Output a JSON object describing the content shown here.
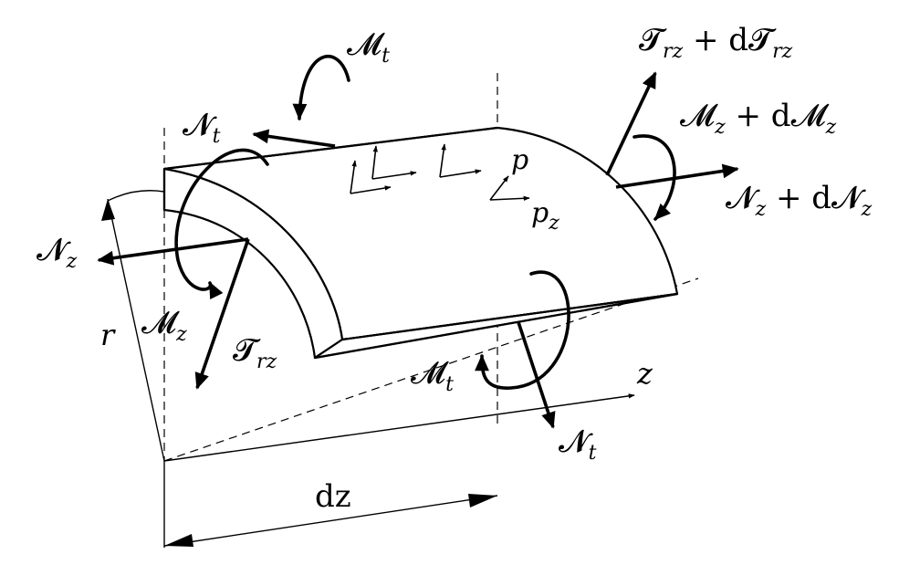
{
  "labels": {
    "mt_top": "𝓜",
    "mt_top_sub": "t",
    "nt_top": "𝓝",
    "nt_top_sub": "t",
    "trz_d_a": "𝓣",
    "trz_d_a_sub": "rz",
    "trz_d_b": " + d",
    "trz_d_c": "𝓣",
    "trz_d_c_sub": "rz",
    "mz_d_a": "𝓜",
    "mz_d_a_sub": "z",
    "mz_d_b": " + d",
    "mz_d_c": "𝓜",
    "mz_d_c_sub": "z",
    "nz_d_a": "𝓝",
    "nz_d_a_sub": "z",
    "nz_d_b": " + d",
    "nz_d_c": "𝓝",
    "nz_d_c_sub": "z",
    "p": "p",
    "pz": "p",
    "pz_sub": "z",
    "nz_left": "𝓝",
    "nz_left_sub": "z",
    "mz_left": "𝓜",
    "mz_left_sub": "z",
    "r": "r",
    "trz_left": "𝓣",
    "trz_left_sub": "rz",
    "mt_bottom": "𝓜",
    "mt_bottom_sub": "t",
    "nt_bottom": "𝓝",
    "nt_bottom_sub": "t",
    "z": "z",
    "dz": "dz"
  },
  "colors": {
    "ink": "#000000",
    "background": "#ffffff"
  }
}
